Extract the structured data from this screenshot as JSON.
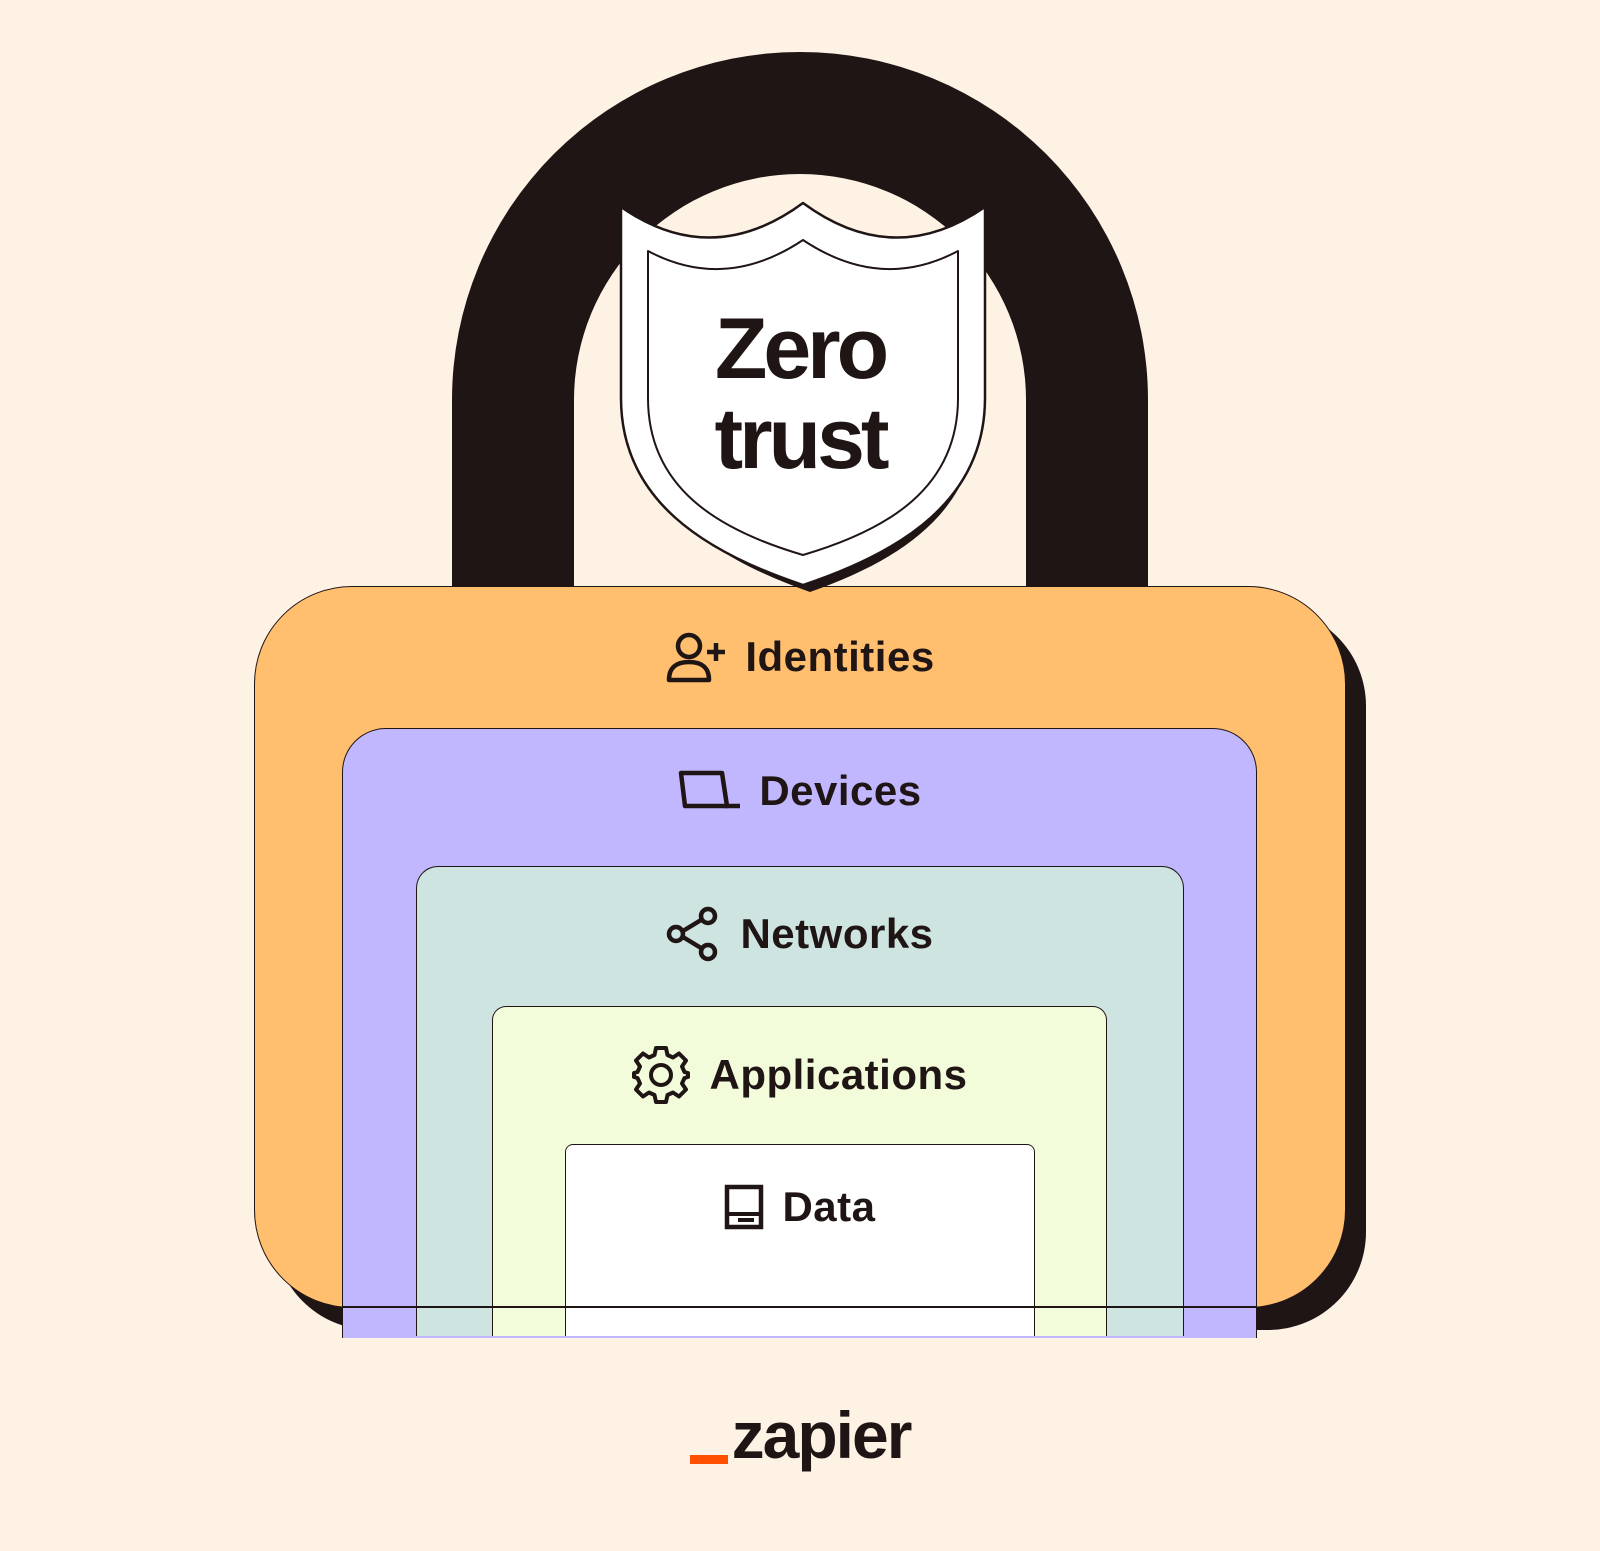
{
  "shield": {
    "line1": "Zero",
    "line2": "trust"
  },
  "layers": [
    {
      "label": "Identities",
      "icon": "user-plus-icon",
      "color": "#ffbf6e"
    },
    {
      "label": "Devices",
      "icon": "laptop-icon",
      "color": "#c1b7ff"
    },
    {
      "label": "Networks",
      "icon": "share-network-icon",
      "color": "#cde4e1"
    },
    {
      "label": "Applications",
      "icon": "gear-icon",
      "color": "#f2fcdb"
    },
    {
      "label": "Data",
      "icon": "document-icon",
      "color": "#ffffff"
    }
  ],
  "logo": {
    "text": "zapier",
    "accent": "#ff4f00"
  },
  "colors": {
    "background": "#fdf2e4",
    "ink": "#201515"
  }
}
